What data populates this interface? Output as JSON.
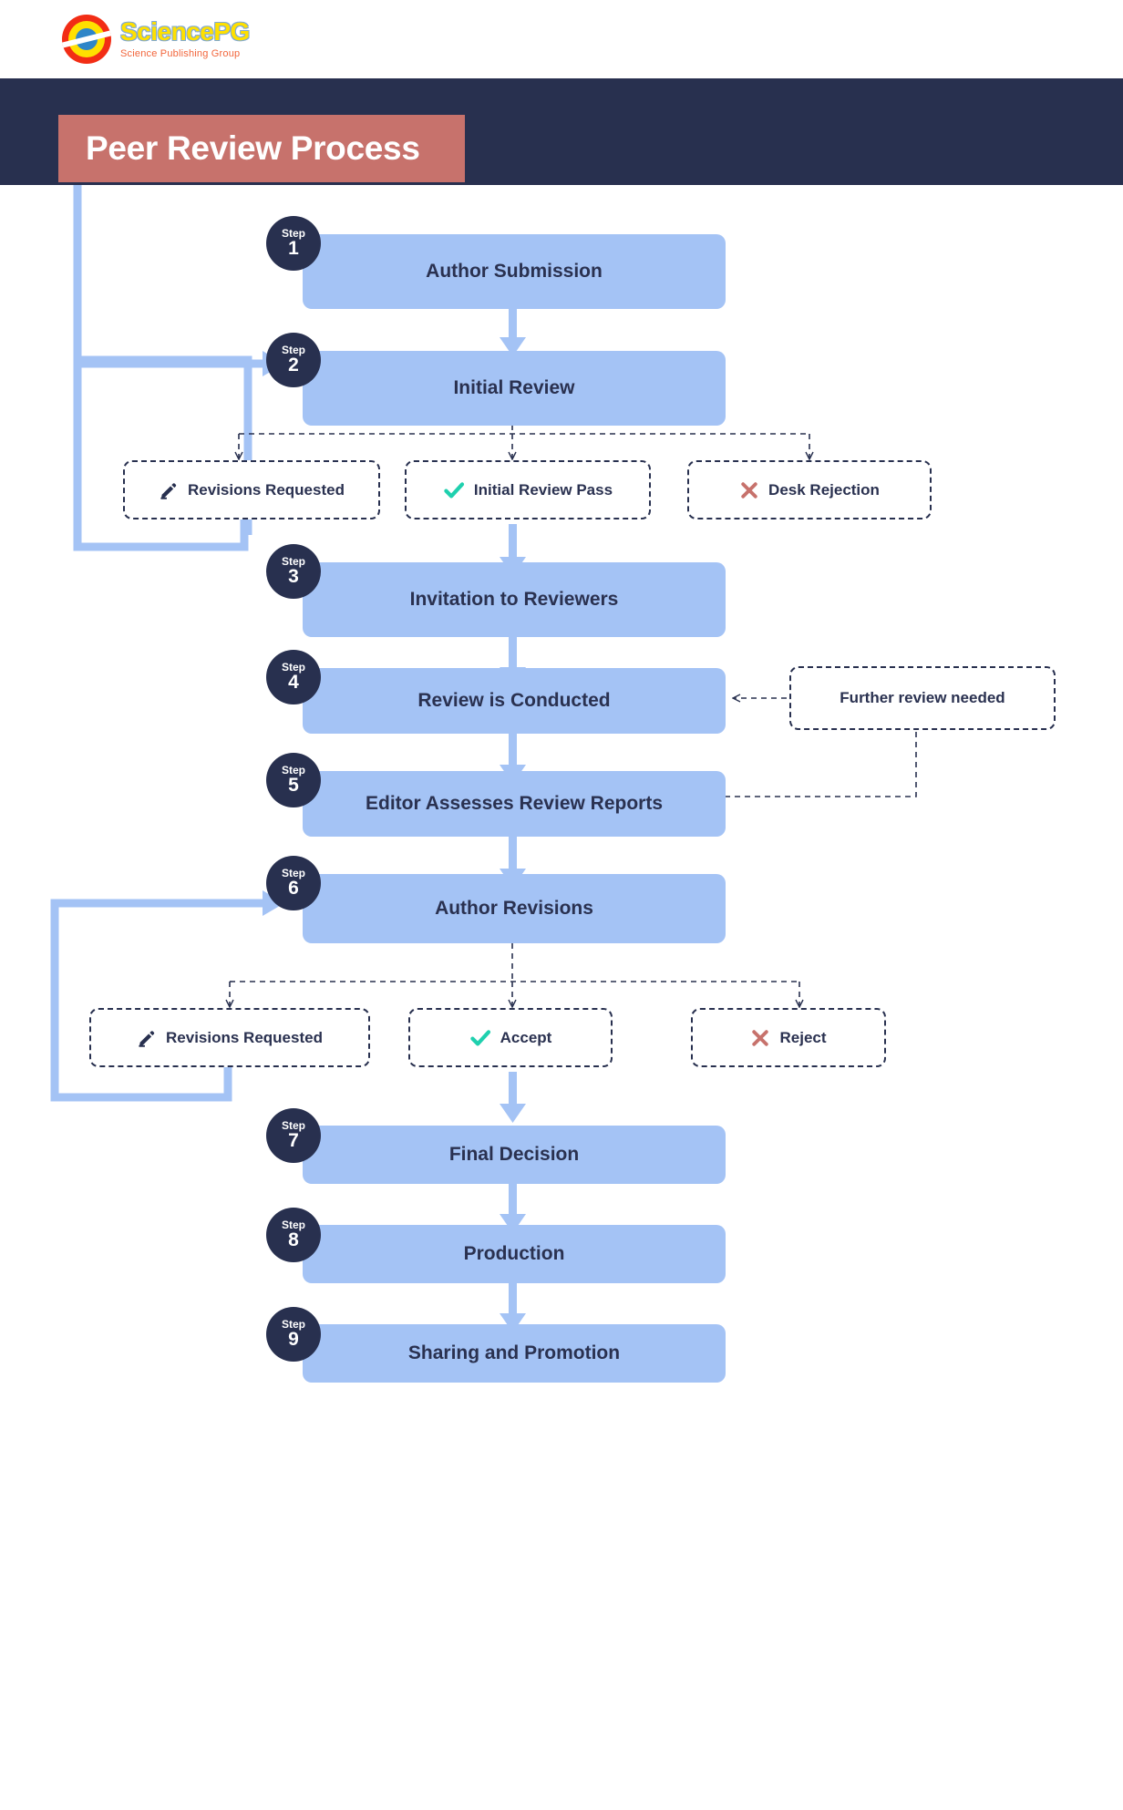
{
  "brand": {
    "logo_icon": "sciencepg-circle-logo",
    "name": "SciencePG",
    "tagline": "Science Publishing Group"
  },
  "header": {
    "title": "Peer Review Process",
    "band_color": "#28304f",
    "chip_color": "#c7726c"
  },
  "colors": {
    "step_fill": "#a4c3f5",
    "badge_fill": "#28304f",
    "text_dark": "#2a3150",
    "arrow_solid": "#a4c3f5",
    "arrow_dashed": "#28304f",
    "accept_green": "#1fd0ae",
    "reject_red": "#c7726c"
  },
  "steps": [
    {
      "badge_word": "Step",
      "number": "1",
      "label": "Author Submission"
    },
    {
      "badge_word": "Step",
      "number": "2",
      "label": "Initial Review"
    },
    {
      "badge_word": "Step",
      "number": "3",
      "label": "Invitation to Reviewers"
    },
    {
      "badge_word": "Step",
      "number": "4",
      "label": "Review is Conducted"
    },
    {
      "badge_word": "Step",
      "number": "5",
      "label": "Editor Assesses Review Reports"
    },
    {
      "badge_word": "Step",
      "number": "6",
      "label": "Author Revisions"
    },
    {
      "badge_word": "Step",
      "number": "7",
      "label": "Final Decision"
    },
    {
      "badge_word": "Step",
      "number": "8",
      "label": "Production"
    },
    {
      "badge_word": "Step",
      "number": "9",
      "label": "Sharing and Promotion"
    }
  ],
  "decisions_after_initial_review": [
    {
      "icon": "pencil-icon",
      "label": "Revisions Requested"
    },
    {
      "icon": "check-icon",
      "label": "Initial Review Pass"
    },
    {
      "icon": "cross-icon",
      "label": "Desk Rejection"
    }
  ],
  "decisions_after_author_revisions": [
    {
      "icon": "pencil-icon",
      "label": "Revisions Requested"
    },
    {
      "icon": "check-icon",
      "label": "Accept"
    },
    {
      "icon": "cross-icon",
      "label": "Reject"
    }
  ],
  "side_note": {
    "label": "Further review needed"
  }
}
